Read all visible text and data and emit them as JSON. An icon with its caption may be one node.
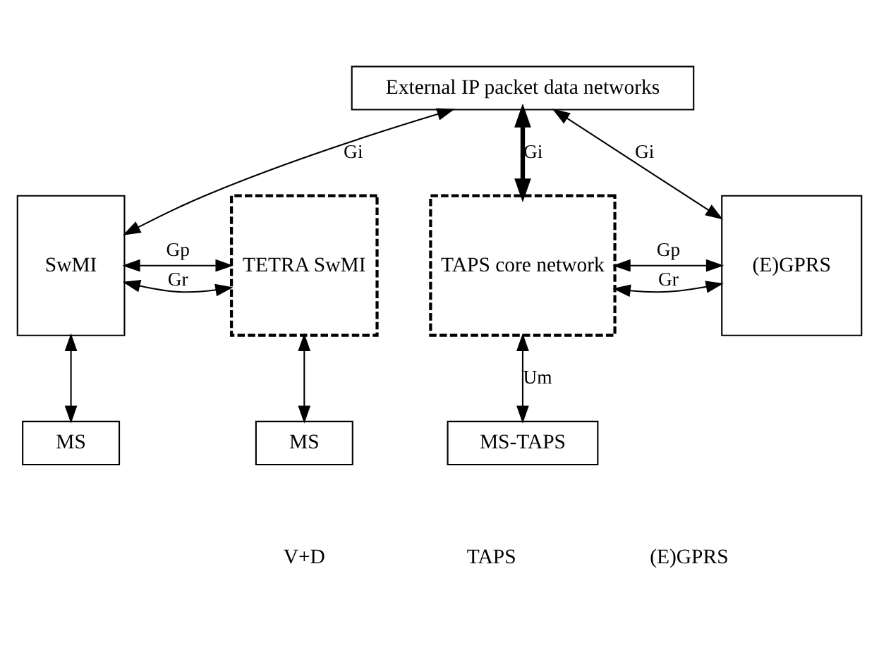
{
  "diagram": {
    "nodes": [
      {
        "text": [
          "External IP packet data networks"
        ]
      },
      {
        "text": [
          "SwMI"
        ]
      },
      {
        "text": [
          "TETRA SwMI"
        ]
      },
      {
        "text": [
          "TAPS core network"
        ]
      },
      {
        "text": [
          "(E)GPRS"
        ]
      },
      {
        "text": [
          "MS"
        ]
      },
      {
        "text": [
          "MS"
        ]
      },
      {
        "text": [
          "MS-TAPS"
        ]
      }
    ],
    "edges": [
      {
        "from": 1,
        "to": 0,
        "arrow": "both",
        "label": "Gi"
      },
      {
        "from": 3,
        "to": 0,
        "arrow": "both",
        "label": "Gi",
        "style": "thick"
      },
      {
        "from": 4,
        "to": 0,
        "arrow": "both",
        "label": "Gi"
      },
      {
        "from": 1,
        "to": 2,
        "arrow": "both",
        "label": "Gp"
      },
      {
        "from": 1,
        "to": 2,
        "arrow": "both",
        "label": "Gr"
      },
      {
        "from": 3,
        "to": 4,
        "arrow": "both",
        "label": "Gp"
      },
      {
        "from": 3,
        "to": 4,
        "arrow": "both",
        "label": "Gr"
      },
      {
        "from": 1,
        "to": 5,
        "arrow": "both"
      },
      {
        "from": 2,
        "to": 6,
        "arrow": "both"
      },
      {
        "from": 3,
        "to": 7,
        "arrow": "both",
        "label": "Um"
      }
    ],
    "labels": [
      "V+D",
      "TAPS",
      "(E)GPRS"
    ]
  }
}
